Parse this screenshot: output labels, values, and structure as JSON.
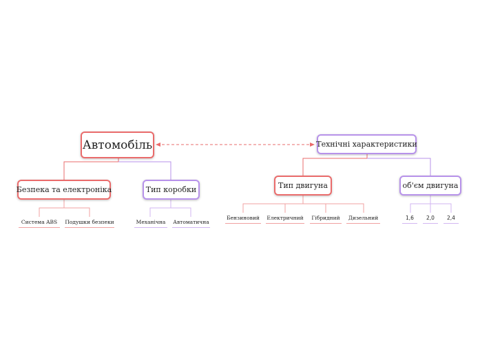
{
  "root": {
    "label": "Автомобіль"
  },
  "tech": {
    "label": "Технічні характеристики"
  },
  "safety": {
    "label": "Безпека та електроніка",
    "items": [
      "Система ABS",
      "Подушки безпеки"
    ]
  },
  "gearbox": {
    "label": "Тип коробки",
    "items": [
      "Механічна",
      "Автоматична"
    ]
  },
  "engine_type": {
    "label": "Тип двигуна",
    "items": [
      "Бензиновий",
      "Електричний",
      "Гібридний",
      "Дизельний"
    ]
  },
  "engine_volume": {
    "label": "об'єм двигуна",
    "items": [
      "1,6",
      "2,0",
      "2,4"
    ]
  },
  "colors": {
    "red": "#ea6b6b",
    "purple": "#b792ea"
  }
}
